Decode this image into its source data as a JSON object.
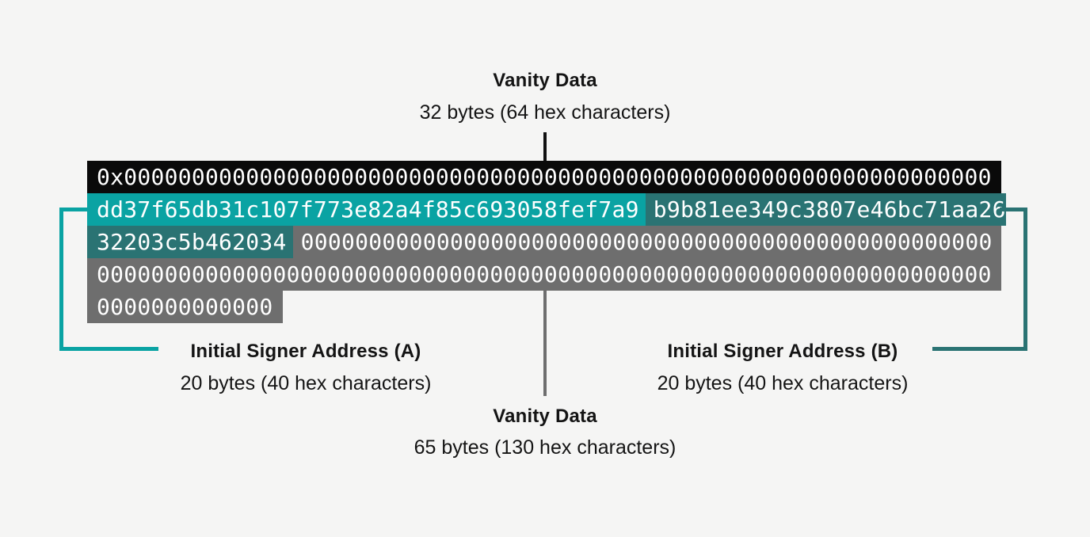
{
  "colors": {
    "page_background": "#f5f5f4",
    "black_row": "#0a0a0a",
    "signer_a_teal": "#0aa3a3",
    "signer_b_teal": "#2a7373",
    "vanity_gray": "#6e6e6e",
    "hex_text": "#ffffff",
    "label_text": "#141414",
    "top_connector": "#111111",
    "bottom_connector": "#6e6e6e"
  },
  "labels": {
    "vanity_top": {
      "title": "Vanity Data",
      "subtitle": "32 bytes (64 hex characters)"
    },
    "signer_a": {
      "title": "Initial Signer Address (A)",
      "subtitle": "20 bytes (40 hex characters)"
    },
    "signer_b": {
      "title": "Initial Signer Address (B)",
      "subtitle": "20 bytes (40 hex characters)"
    },
    "vanity_bottom": {
      "title": "Vanity Data",
      "subtitle": "65 bytes (130 hex characters)"
    }
  },
  "hex": {
    "row1_prefix_and_vanity": "0x0000000000000000000000000000000000000000000000000000000000000000",
    "signer_a_address": "dd37f65db31c107f773e82a4f85c693058fef7a9",
    "signer_b_address_part1": "b9b81ee349c3807e46bc71aa26",
    "signer_b_address_part2": "32203c5b462034",
    "vanity_zeros_row3": "000000000000000000000000000000000000000000000000000",
    "vanity_zeros_row4": "000000000000000000000000000000000000000000000000000000000000000000",
    "vanity_zeros_row5": "0000000000000"
  }
}
